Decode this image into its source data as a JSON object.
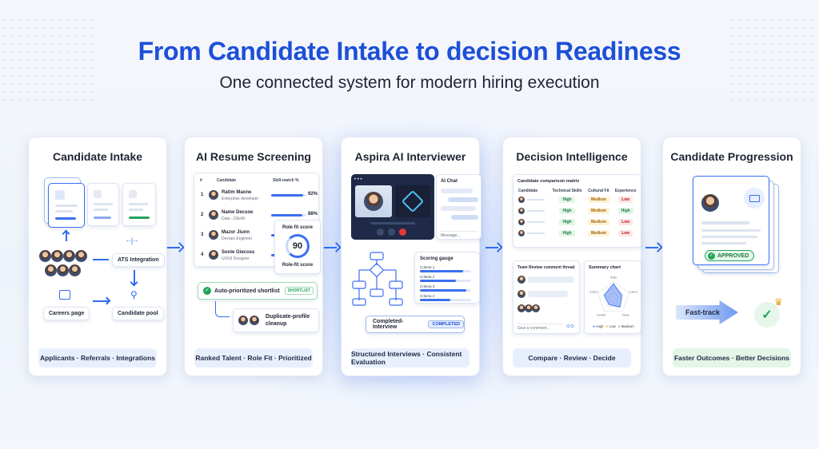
{
  "header": {
    "title": "From Candidate Intake to decision Readiness",
    "subtitle": "One connected system for modern hiring execution"
  },
  "colors": {
    "accent": "#1d4fd8",
    "arrow": "#2f6df0",
    "green": "#22a55a",
    "footer_blue": "#e8effc",
    "footer_green": "#e3f6e8"
  },
  "panels": [
    {
      "title": "Candidate Intake",
      "footer": "Applicants · Referrals · Integrations",
      "ats_label": "ATS Integration",
      "careers_label": "Careers page",
      "pool_label": "Candidate pool"
    },
    {
      "title": "AI Resume Screening",
      "table_headers": [
        "#",
        "Candidate",
        "Skill-match %"
      ],
      "candidates": [
        {
          "rank": "1",
          "name": "Ratim Maone",
          "role": "Enterprise developer",
          "match": "92%",
          "fill": 0.92
        },
        {
          "rank": "2",
          "name": "Name Decsoe",
          "role": "Data - DEeM",
          "match": "88%",
          "fill": 0.88
        },
        {
          "rank": "3",
          "name": "Mazor Jiunn",
          "role": "Devops Engineer",
          "match": "",
          "fill": 0.7
        },
        {
          "rank": "4",
          "name": "Sonie Giecoss",
          "role": "UX/UI Designer",
          "match": "",
          "fill": 0.62
        }
      ],
      "role_fit_label": "Role fit score",
      "role_fit_value": "90",
      "role_fit_caption": "Role-fit score",
      "shortlist_label": "Auto-prioritized shortlist",
      "shortlist_badge": "SHORTLIST",
      "duplicate_label": "Duplicate-profile cleanup",
      "footer": "Ranked Talent · Role Fit · Prioritized"
    },
    {
      "title": "Aspira AI Interviewer",
      "chat_title": "AI Chat",
      "chat_placeholder": "Message...",
      "scoring_title": "Scoring gauge",
      "criteria": [
        {
          "label": "Criteria 1",
          "fill": 0.85
        },
        {
          "label": "Criteria 2",
          "fill": 0.7
        },
        {
          "label": "Criteria 3",
          "fill": 0.9
        },
        {
          "label": "Criteria 4",
          "fill": 0.6
        }
      ],
      "completed_label": "Completed-Interview",
      "completed_badge": "COMPLETED",
      "footer": "Structured Interviews · Consistent Evaluation"
    },
    {
      "title": "Decision Intelligence",
      "matrix_title": "Candidate comparison matrix",
      "matrix_headers": [
        "Candidate",
        "Technical Skills",
        "Cultural Fit",
        "Experience"
      ],
      "matrix_rows": [
        [
          "High",
          "Medium",
          "Low"
        ],
        [
          "High",
          "Medium",
          "High"
        ],
        [
          "High",
          "Medium",
          "Low"
        ],
        [
          "High",
          "Medium",
          "Low"
        ]
      ],
      "thread_title": "Team Review comment thread",
      "thread_placeholder": "Give a comment...",
      "summary_title": "Summary chart",
      "radar_axes": [
        "Skills",
        "Culture",
        "Value",
        "Growth",
        "Output"
      ],
      "legend": [
        "High",
        "Low",
        "Medium"
      ],
      "footer": "Compare · Review · Decide"
    },
    {
      "title": "Candidate Progression",
      "approved_label": "APPROVED",
      "fast_track_label": "Fast-track",
      "footer": "Faster Outcomes · Better Decisions"
    }
  ]
}
